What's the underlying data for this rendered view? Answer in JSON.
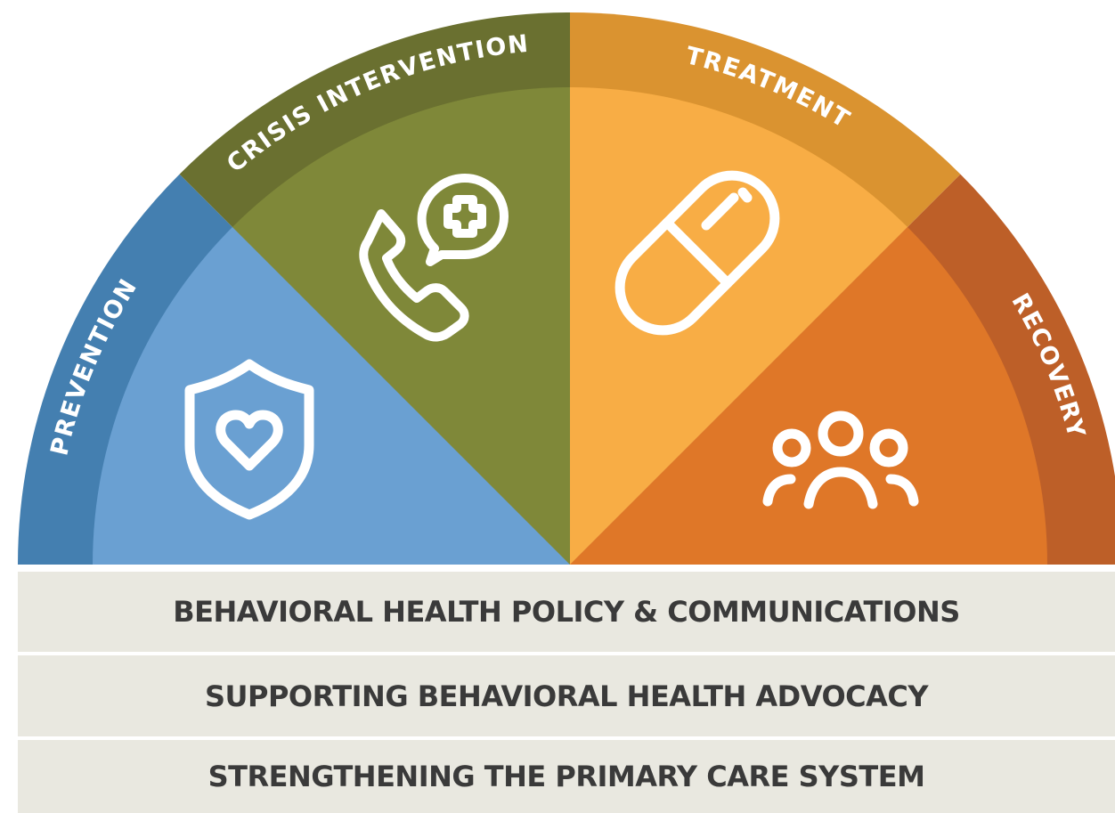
{
  "segments": [
    {
      "label": "PREVENTION",
      "icon": "shield-heart-icon",
      "outer_color": "#447fb0",
      "inner_color": "#6aa0d2"
    },
    {
      "label": "CRISIS INTERVENTION",
      "icon": "phone-medical-icon",
      "outer_color": "#6a7030",
      "inner_color": "#7f8839"
    },
    {
      "label": "TREATMENT",
      "icon": "pill-icon",
      "outer_color": "#da9330",
      "inner_color": "#f8ad45"
    },
    {
      "label": "RECOVERY",
      "icon": "people-group-icon",
      "outer_color": "#bd5f28",
      "inner_color": "#df7728"
    }
  ],
  "bars": [
    "BEHAVIORAL HEALTH POLICY & COMMUNICATIONS",
    "SUPPORTING BEHAVIORAL HEALTH ADVOCACY",
    "STRENGTHENING THE PRIMARY CARE SYSTEM"
  ],
  "colors": {
    "bar_background": "#e9e8e0",
    "bar_text": "#3a3a3a",
    "icon_stroke": "#ffffff"
  }
}
